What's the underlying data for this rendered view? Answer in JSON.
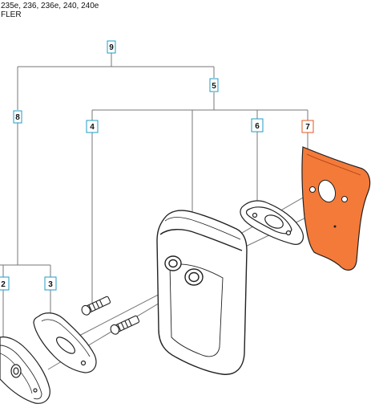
{
  "header": {
    "models": "235e, 236, 236e, 240, 240e",
    "subtitle": "FLER"
  },
  "callouts": [
    {
      "id": "9",
      "number": "9",
      "highlighted": false
    },
    {
      "id": "5",
      "number": "5",
      "highlighted": false
    },
    {
      "id": "8",
      "number": "8",
      "highlighted": false
    },
    {
      "id": "4",
      "number": "4",
      "highlighted": false
    },
    {
      "id": "6",
      "number": "6",
      "highlighted": false
    },
    {
      "id": "7",
      "number": "7",
      "highlighted": true
    },
    {
      "id": "2",
      "number": "2",
      "highlighted": false
    },
    {
      "id": "3",
      "number": "3",
      "highlighted": false
    }
  ],
  "colors": {
    "callout_border": "#1e9cc4",
    "callout_highlight_border": "#e0581f",
    "highlight_fill": "#f47a3a",
    "line": "#666666",
    "part_stroke": "#222222"
  }
}
